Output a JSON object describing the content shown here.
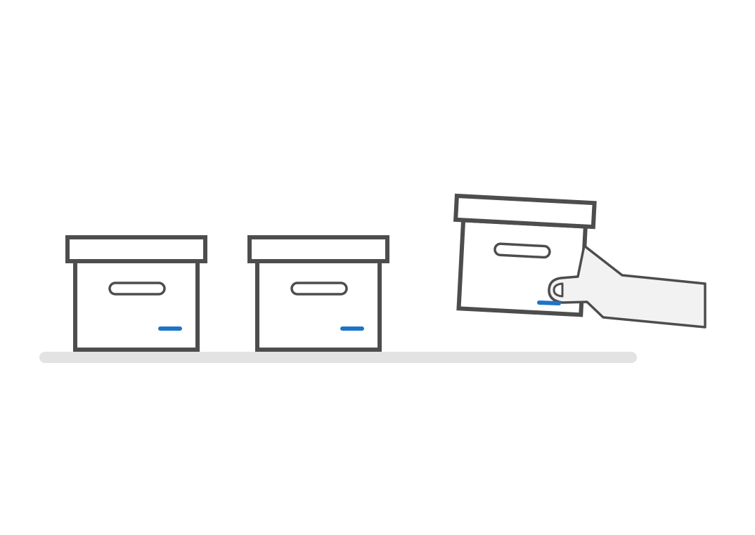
{
  "scene": {
    "colors": {
      "background": "#ffffff",
      "outline": "#4d4d4d",
      "box_fill": "#ffffff",
      "shelf": "#e3e3e3",
      "label_accent": "#1e74c8",
      "hand_fill": "#f2f2f2"
    },
    "boxes": [
      {
        "state": "on-shelf"
      },
      {
        "state": "on-shelf"
      },
      {
        "state": "being-picked-up"
      }
    ],
    "icons": [
      "storage-box",
      "shelf",
      "hand"
    ]
  }
}
